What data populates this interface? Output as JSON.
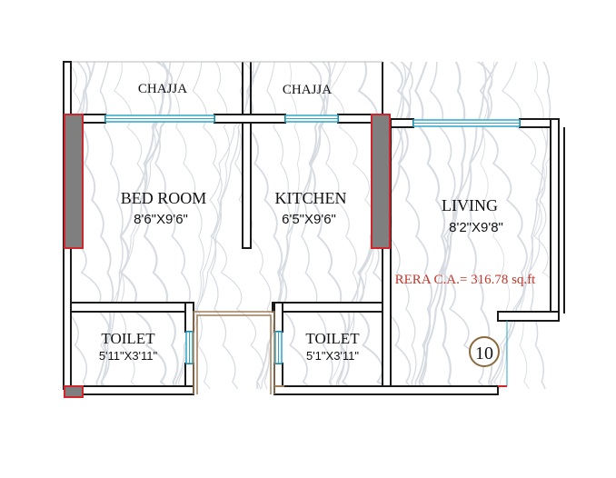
{
  "rooms": {
    "chajja_left": {
      "name": "CHAJJA"
    },
    "chajja_right": {
      "name": "CHAJJA"
    },
    "bedroom": {
      "name": "BED ROOM",
      "size": "8'6\"X9'6\""
    },
    "kitchen": {
      "name": "KITCHEN",
      "size": "6'5\"X9'6\""
    },
    "living": {
      "name": "LIVING",
      "size": "8'2\"X9'8\""
    },
    "toilet_left": {
      "name": "TOILET",
      "size": "5'11\"X3'11\""
    },
    "toilet_right": {
      "name": "TOILET",
      "size": "5'1\"X3'11\""
    }
  },
  "area_note": "RERA C.A.= 316.78 sq.ft",
  "unit_number": "10",
  "colors": {
    "wall": "#1a1a1a",
    "column": "#7f7f7f",
    "column_border": "#d0252b",
    "window": "#2aa7c9",
    "floor_grain": "#d7dbe2",
    "door_frame": "#a07c55",
    "rera_text": "#c0392b"
  }
}
